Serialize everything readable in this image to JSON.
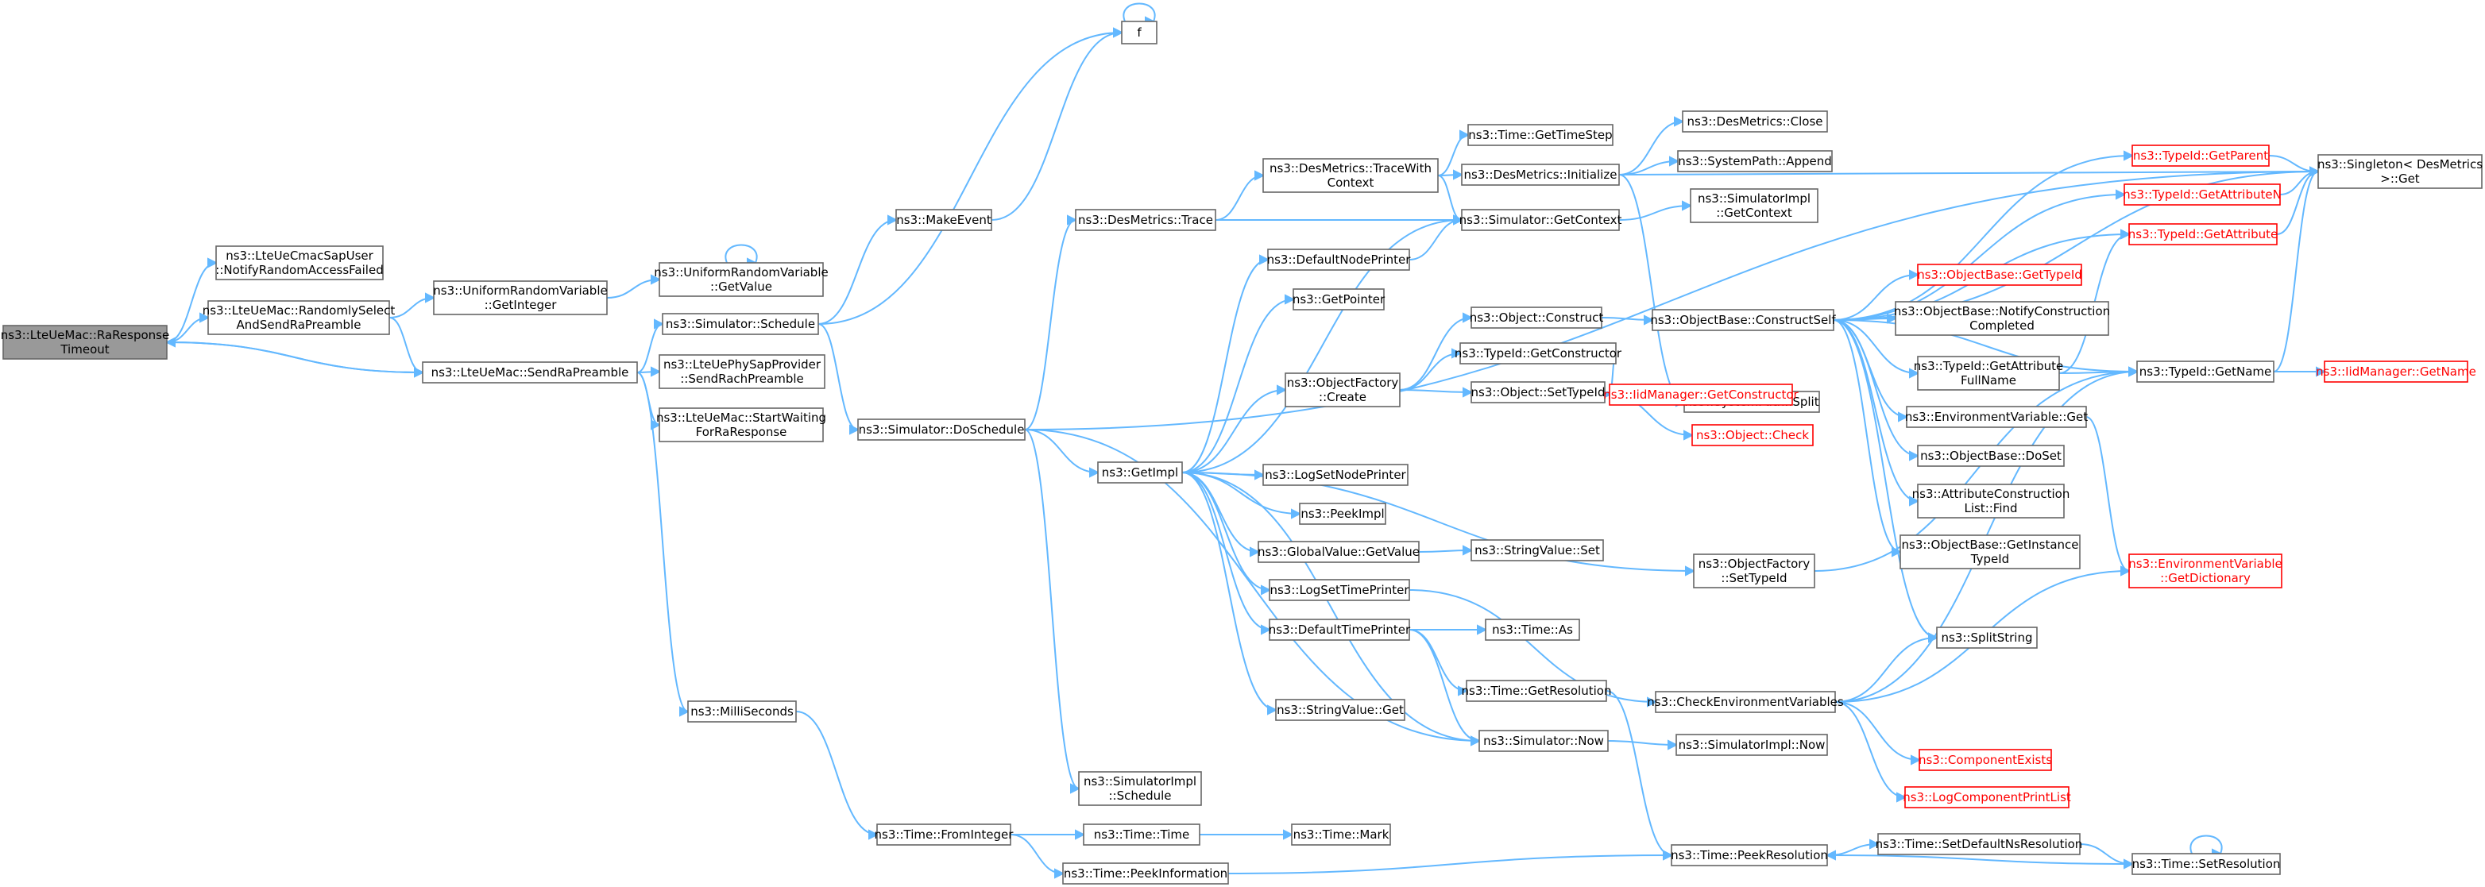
{
  "graph": {
    "title": "",
    "colors": {
      "edge": "#63B8FF",
      "node_border": "#666666",
      "root_fill": "#999999",
      "truncated": "#FF0000"
    },
    "nodes": [
      {
        "id": "root",
        "lines": [
          "ns3::LteUeMac::RaResponse",
          "Timeout"
        ],
        "root": true
      },
      {
        "id": "notify",
        "lines": [
          "ns3::LteUeCmacSapUser",
          "::NotifyRandomAccessFailed"
        ]
      },
      {
        "id": "randsel",
        "lines": [
          "ns3::LteUeMac::RandomlySelect",
          "AndSendRaPreamble"
        ]
      },
      {
        "id": "sendra",
        "lines": [
          "ns3::LteUeMac::SendRaPreamble"
        ]
      },
      {
        "id": "getint",
        "lines": [
          "ns3::UniformRandomVariable",
          "::GetInteger"
        ]
      },
      {
        "id": "getval",
        "lines": [
          "ns3::UniformRandomVariable",
          "::GetValue"
        ]
      },
      {
        "id": "schedule",
        "lines": [
          "ns3::Simulator::Schedule"
        ]
      },
      {
        "id": "sendrach",
        "lines": [
          "ns3::LteUePhySapProvider",
          "::SendRachPreamble"
        ]
      },
      {
        "id": "startwait",
        "lines": [
          "ns3::LteUeMac::StartWaiting",
          "ForRaResponse"
        ]
      },
      {
        "id": "milli",
        "lines": [
          "ns3::MilliSeconds"
        ]
      },
      {
        "id": "makeevent",
        "lines": [
          "ns3::MakeEvent"
        ]
      },
      {
        "id": "f",
        "lines": [
          "f"
        ]
      },
      {
        "id": "dosched",
        "lines": [
          "ns3::Simulator::DoSchedule"
        ]
      },
      {
        "id": "fromint",
        "lines": [
          "ns3::Time::FromInteger"
        ]
      },
      {
        "id": "simimplsched",
        "lines": [
          "ns3::SimulatorImpl",
          "::Schedule"
        ]
      },
      {
        "id": "desmtrace",
        "lines": [
          "ns3::DesMetrics::Trace"
        ]
      },
      {
        "id": "getimpl",
        "lines": [
          "ns3::GetImpl"
        ]
      },
      {
        "id": "timetime",
        "lines": [
          "ns3::Time::Time"
        ]
      },
      {
        "id": "peekinfo",
        "lines": [
          "ns3::Time::PeekInformation"
        ]
      },
      {
        "id": "tracewith",
        "lines": [
          "ns3::DesMetrics::TraceWith",
          "Context"
        ]
      },
      {
        "id": "defnodeprinter",
        "lines": [
          "ns3::DefaultNodePrinter"
        ]
      },
      {
        "id": "getpointer",
        "lines": [
          "ns3::GetPointer"
        ]
      },
      {
        "id": "objfactcreate",
        "lines": [
          "ns3::ObjectFactory",
          "::Create"
        ]
      },
      {
        "id": "lognode",
        "lines": [
          "ns3::LogSetNodePrinter"
        ]
      },
      {
        "id": "peekimpl",
        "lines": [
          "ns3::PeekImpl"
        ]
      },
      {
        "id": "globalget",
        "lines": [
          "ns3::GlobalValue::GetValue"
        ]
      },
      {
        "id": "logtime",
        "lines": [
          "ns3::LogSetTimePrinter"
        ]
      },
      {
        "id": "deftime",
        "lines": [
          "ns3::DefaultTimePrinter"
        ]
      },
      {
        "id": "strget",
        "lines": [
          "ns3::StringValue::Get"
        ]
      },
      {
        "id": "timemark",
        "lines": [
          "ns3::Time::Mark"
        ]
      },
      {
        "id": "gettimestep",
        "lines": [
          "ns3::Time::GetTimeStep"
        ]
      },
      {
        "id": "desinit",
        "lines": [
          "ns3::DesMetrics::Initialize"
        ]
      },
      {
        "id": "getctx",
        "lines": [
          "ns3::Simulator::GetContext"
        ]
      },
      {
        "id": "objconstruct",
        "lines": [
          "ns3::Object::Construct"
        ]
      },
      {
        "id": "tidgetctor",
        "lines": [
          "ns3::TypeId::GetConstructor"
        ]
      },
      {
        "id": "objsettid",
        "lines": [
          "ns3::Object::SetTypeId"
        ]
      },
      {
        "id": "strset",
        "lines": [
          "ns3::StringValue::Set"
        ]
      },
      {
        "id": "timeas",
        "lines": [
          "ns3::Time::As"
        ]
      },
      {
        "id": "getres",
        "lines": [
          "ns3::Time::GetResolution"
        ]
      },
      {
        "id": "simnow",
        "lines": [
          "ns3::Simulator::Now"
        ]
      },
      {
        "id": "peekres",
        "lines": [
          "ns3::Time::PeekResolution"
        ]
      },
      {
        "id": "desclose",
        "lines": [
          "ns3::DesMetrics::Close"
        ]
      },
      {
        "id": "sysappend",
        "lines": [
          "ns3::SystemPath::Append"
        ]
      },
      {
        "id": "simimplctx",
        "lines": [
          "ns3::SimulatorImpl",
          "::GetContext"
        ]
      },
      {
        "id": "syssplit",
        "lines": [
          "ns3::SystemPath::Split"
        ]
      },
      {
        "id": "objbaseconstruct",
        "lines": [
          "ns3::ObjectBase::ConstructSelf"
        ]
      },
      {
        "id": "iidgetctor",
        "lines": [
          "ns3::IidManager::GetConstructor"
        ],
        "truncated": true
      },
      {
        "id": "objcheck",
        "lines": [
          "ns3::Object::Check"
        ],
        "truncated": true
      },
      {
        "id": "objfactsettid",
        "lines": [
          "ns3::ObjectFactory",
          "::SetTypeId"
        ]
      },
      {
        "id": "checkenv",
        "lines": [
          "ns3::CheckEnvironmentVariables"
        ]
      },
      {
        "id": "simimplnow",
        "lines": [
          "ns3::SimulatorImpl::Now"
        ]
      },
      {
        "id": "setdefres",
        "lines": [
          "ns3::Time::SetDefaultNsResolution"
        ]
      },
      {
        "id": "tidgetparent",
        "lines": [
          "ns3::TypeId::GetParent"
        ],
        "truncated": true
      },
      {
        "id": "tidgetattrn",
        "lines": [
          "ns3::TypeId::GetAttributeN"
        ],
        "truncated": true
      },
      {
        "id": "tidgetattr",
        "lines": [
          "ns3::TypeId::GetAttribute"
        ],
        "truncated": true
      },
      {
        "id": "objbasegettid",
        "lines": [
          "ns3::ObjectBase::GetTypeId"
        ],
        "truncated": true
      },
      {
        "id": "objbasenotify",
        "lines": [
          "ns3::ObjectBase::NotifyConstruction",
          "Completed"
        ]
      },
      {
        "id": "tidgetfull",
        "lines": [
          "ns3::TypeId::GetAttribute",
          "FullName"
        ]
      },
      {
        "id": "envget",
        "lines": [
          "ns3::EnvironmentVariable::Get"
        ]
      },
      {
        "id": "objbasedoset",
        "lines": [
          "ns3::ObjectBase::DoSet"
        ]
      },
      {
        "id": "attrfind",
        "lines": [
          "ns3::AttributeConstruction",
          "List::Find"
        ]
      },
      {
        "id": "objbaseinst",
        "lines": [
          "ns3::ObjectBase::GetInstance",
          "TypeId"
        ]
      },
      {
        "id": "splitstring",
        "lines": [
          "ns3::SplitString"
        ]
      },
      {
        "id": "compexists",
        "lines": [
          "ns3::ComponentExists"
        ],
        "truncated": true
      },
      {
        "id": "logcomplist",
        "lines": [
          "ns3::LogComponentPrintList"
        ],
        "truncated": true
      },
      {
        "id": "singleton",
        "lines": [
          "ns3::Singleton< DesMetrics",
          ">::Get"
        ]
      },
      {
        "id": "tidgetname",
        "lines": [
          "ns3::TypeId::GetName"
        ]
      },
      {
        "id": "iidgetname",
        "lines": [
          "ns3::IidManager::GetName"
        ],
        "truncated": true
      },
      {
        "id": "envgetdict",
        "lines": [
          "ns3::EnvironmentVariable",
          "::GetDictionary"
        ],
        "truncated": true
      },
      {
        "id": "setres",
        "lines": [
          "ns3::Time::SetResolution"
        ]
      }
    ],
    "edges": [
      [
        "root",
        "notify"
      ],
      [
        "root",
        "randsel"
      ],
      [
        "root",
        "sendra"
      ],
      [
        "randsel",
        "getint"
      ],
      [
        "randsel",
        "sendra"
      ],
      [
        "getint",
        "getval"
      ],
      [
        "getval",
        "getval"
      ],
      [
        "sendra",
        "root"
      ],
      [
        "sendra",
        "schedule"
      ],
      [
        "sendra",
        "sendrach"
      ],
      [
        "sendra",
        "startwait"
      ],
      [
        "sendra",
        "milli"
      ],
      [
        "schedule",
        "makeevent"
      ],
      [
        "schedule",
        "f"
      ],
      [
        "schedule",
        "dosched"
      ],
      [
        "makeevent",
        "f"
      ],
      [
        "f",
        "f"
      ],
      [
        "milli",
        "fromint"
      ],
      [
        "dosched",
        "desmtrace"
      ],
      [
        "dosched",
        "singleton"
      ],
      [
        "dosched",
        "getimpl"
      ],
      [
        "dosched",
        "simimplsched"
      ],
      [
        "dosched",
        "simnow"
      ],
      [
        "desmtrace",
        "tracewith"
      ],
      [
        "desmtrace",
        "getctx"
      ],
      [
        "tracewith",
        "gettimestep"
      ],
      [
        "tracewith",
        "desinit"
      ],
      [
        "tracewith",
        "getctx"
      ],
      [
        "desinit",
        "desclose"
      ],
      [
        "desinit",
        "sysappend"
      ],
      [
        "desinit",
        "syssplit"
      ],
      [
        "desinit",
        "singleton"
      ],
      [
        "getctx",
        "simimplctx"
      ],
      [
        "getimpl",
        "defnodeprinter"
      ],
      [
        "getimpl",
        "getpointer"
      ],
      [
        "getimpl",
        "objfactcreate"
      ],
      [
        "getimpl",
        "lognode"
      ],
      [
        "getimpl",
        "peekimpl"
      ],
      [
        "getimpl",
        "globalget"
      ],
      [
        "getimpl",
        "logtime"
      ],
      [
        "getimpl",
        "deftime"
      ],
      [
        "getimpl",
        "strget"
      ],
      [
        "getimpl",
        "simnow"
      ],
      [
        "getimpl",
        "objfactsettid"
      ],
      [
        "getimpl",
        "getctx"
      ],
      [
        "defnodeprinter",
        "getctx"
      ],
      [
        "objfactcreate",
        "objconstruct"
      ],
      [
        "objfactcreate",
        "tidgetctor"
      ],
      [
        "objfactcreate",
        "objsettid"
      ],
      [
        "objconstruct",
        "objbaseconstruct"
      ],
      [
        "tidgetctor",
        "iidgetctor"
      ],
      [
        "objsettid",
        "objcheck"
      ],
      [
        "globalget",
        "strset"
      ],
      [
        "logtime",
        "checkenv"
      ],
      [
        "deftime",
        "timeas"
      ],
      [
        "deftime",
        "getres"
      ],
      [
        "deftime",
        "simnow"
      ],
      [
        "getres",
        "peekres"
      ],
      [
        "simnow",
        "simimplnow"
      ],
      [
        "fromint",
        "timetime"
      ],
      [
        "fromint",
        "peekinfo"
      ],
      [
        "timetime",
        "timemark"
      ],
      [
        "peekinfo",
        "peekres"
      ],
      [
        "peekres",
        "setdefres"
      ],
      [
        "setdefres",
        "setres"
      ],
      [
        "setres",
        "peekres"
      ],
      [
        "setres",
        "setres"
      ],
      [
        "objbaseconstruct",
        "tidgetparent"
      ],
      [
        "objbaseconstruct",
        "tidgetattrn"
      ],
      [
        "objbaseconstruct",
        "tidgetattr"
      ],
      [
        "objbaseconstruct",
        "objbasegettid"
      ],
      [
        "objbaseconstruct",
        "objbasenotify"
      ],
      [
        "objbaseconstruct",
        "tidgetfull"
      ],
      [
        "objbaseconstruct",
        "envget"
      ],
      [
        "objbaseconstruct",
        "objbasedoset"
      ],
      [
        "objbaseconstruct",
        "attrfind"
      ],
      [
        "objbaseconstruct",
        "objbaseinst"
      ],
      [
        "objbaseconstruct",
        "splitstring"
      ],
      [
        "objbaseconstruct",
        "tidgetname"
      ],
      [
        "objbaseconstruct",
        "singleton"
      ],
      [
        "tidgetparent",
        "singleton"
      ],
      [
        "tidgetattrn",
        "singleton"
      ],
      [
        "tidgetattr",
        "singleton"
      ],
      [
        "tidgetfull",
        "tidgetattr"
      ],
      [
        "tidgetfull",
        "tidgetname"
      ],
      [
        "tidgetname",
        "iidgetname"
      ],
      [
        "tidgetname",
        "singleton"
      ],
      [
        "envget",
        "envgetdict"
      ],
      [
        "objfactsettid",
        "tidgetname"
      ],
      [
        "checkenv",
        "splitstring"
      ],
      [
        "checkenv",
        "envgetdict"
      ],
      [
        "checkenv",
        "compexists"
      ],
      [
        "checkenv",
        "logcomplist"
      ],
      [
        "checkenv",
        "tidgetname"
      ]
    ]
  }
}
